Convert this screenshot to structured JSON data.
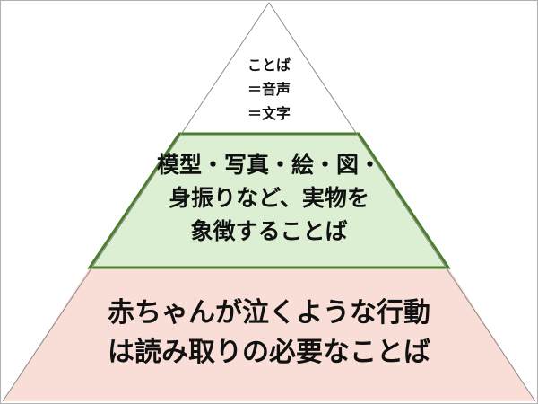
{
  "colors": {
    "top_fill": "#ffffff",
    "middle_fill": "#dcefd3",
    "middle_border": "#4a7d2c",
    "bottom_fill": "#f8ded6",
    "outline": "#8c8c8c"
  },
  "levels": {
    "top": [
      "ことば",
      "＝音声",
      "＝文字"
    ],
    "middle": [
      "模型・写真・絵・図・",
      "身振りなど、実物を",
      "象徴することば"
    ],
    "bottom": [
      "赤ちゃんが泣くような行動",
      "は読み取りの必要なことば"
    ]
  }
}
